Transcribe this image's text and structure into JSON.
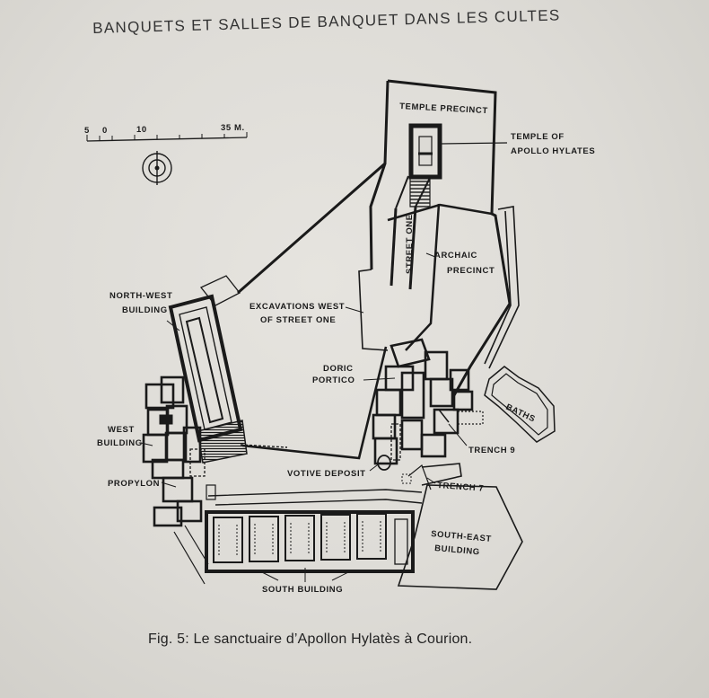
{
  "header": {
    "text": "BANQUETS ET SALLES DE BANQUET DANS LES CULTES"
  },
  "caption": {
    "text": "Fig. 5: Le sanctuaire d’Apollon Hylatès à Courion."
  },
  "scale": {
    "ticks": [
      "5",
      "0",
      "10",
      "35 M."
    ]
  },
  "labels": {
    "temple_precinct": "TEMPLE PRECINCT",
    "temple_of": "TEMPLE OF",
    "apollo_hylates": "APOLLO HYLATES",
    "street_one": "STREET ONE",
    "archaic": "ARCHAIC",
    "precinct": "PRECINCT",
    "north_west": "NORTH-WEST",
    "nw_building": "BUILDING",
    "excavations_west": "EXCAVATIONS WEST",
    "of_street_one": "OF STREET ONE",
    "doric": "DORIC",
    "portico": "PORTICO",
    "baths": "BATHS",
    "west": "WEST",
    "w_building": "BUILDING",
    "trench9": "TRENCH 9",
    "votive_deposit": "VOTIVE DEPOSIT",
    "propylon": "PROPYLON",
    "trench7": "TRENCH 7",
    "south_east": "SOUTH-EAST",
    "se_building": "BUILDING",
    "south_building": "SOUTH BUILDING"
  }
}
